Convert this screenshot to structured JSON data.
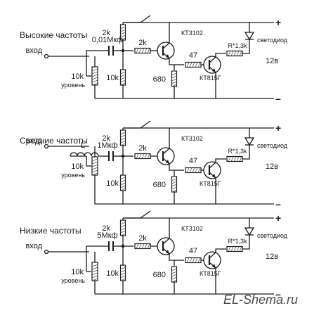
{
  "sections": [
    {
      "title": "Высокие частоты",
      "input_label": "вход",
      "pot_value": "10k",
      "pot_label": "уровень",
      "cap_label": "0,01Мкф",
      "r_top": "2k",
      "r_bottom": "10k",
      "r_base": "2k",
      "r_emitter": "680",
      "q1": "КТ3102",
      "r_link": "47",
      "q2": "КТ815Г",
      "r_led": "R*1,3k",
      "led": "светодиод",
      "voltage": "12в",
      "plus": "+",
      "minus": "–"
    },
    {
      "title": "Средние частоты",
      "input_label": "вход",
      "pot_value": "10k",
      "pot_label": "уровень",
      "inductor_label": "L",
      "cap_label": "1Мкф",
      "r_top": "2k",
      "r_bottom": "10k",
      "r_base": "2k",
      "r_emitter": "680",
      "q1": "КТ3102",
      "r_link": "47",
      "q2": "КТ815Г",
      "r_led": "R*1,3k",
      "led": "светодиод",
      "voltage": "12в",
      "plus": "+",
      "minus": "–"
    },
    {
      "title": "Низкие частоты",
      "input_label": "вход",
      "pot_value": "10k",
      "pot_label": "уровень",
      "cap_label": "5Мкф",
      "r_top": "2k",
      "r_bottom": "10k",
      "r_base": "2k",
      "r_emitter": "680",
      "q1": "КТ3102",
      "r_link": "47",
      "q2": "КТ815Г",
      "r_led": "R*1,3k",
      "led": "светодиод",
      "voltage": "12в",
      "plus": "+",
      "minus": "–"
    }
  ],
  "watermark": {
    "text": "EL-Shema.ru",
    "colors": {
      "el": "#6b8fa8",
      "shema": "#4a4a4a"
    }
  }
}
